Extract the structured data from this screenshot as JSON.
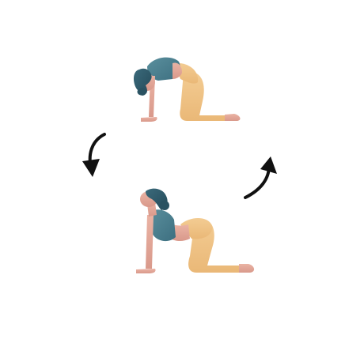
{
  "figures": [
    {
      "pose": "cat-pose",
      "spine": "rounded"
    },
    {
      "pose": "cow-pose",
      "spine": "arched"
    }
  ],
  "arrows": [
    {
      "direction": "down",
      "icon": "curved-arrow-down-icon"
    },
    {
      "direction": "up",
      "icon": "curved-arrow-up-icon"
    }
  ],
  "colors": {
    "background": "#ffffff",
    "hair": "#2f5a6b",
    "top": "#4a7e8e",
    "leggings": "#f0c58a",
    "skin": "#e3a79a",
    "arrow": "#111111"
  }
}
